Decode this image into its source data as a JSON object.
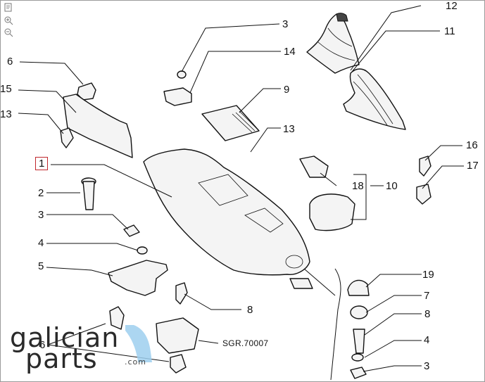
{
  "toolbar": {
    "tools": [
      {
        "name": "page-icon"
      },
      {
        "name": "zoom-in-icon"
      },
      {
        "name": "zoom-out-icon"
      }
    ]
  },
  "callouts": {
    "c12": "12",
    "c3_top": "3",
    "c11": "11",
    "c6_top": "6",
    "c14": "14",
    "c15": "15",
    "c9": "9",
    "c13_left": "13",
    "c13_mid": "13",
    "c16": "16",
    "c1": "1",
    "c17": "17",
    "c2": "2",
    "c18": "18",
    "c10": "10",
    "c3_left": "3",
    "c4_left": "4",
    "c5": "5",
    "c19": "19",
    "c7": "7",
    "c8_mid": "8",
    "c8_right": "8",
    "c6_bottom": "6",
    "c4_right": "4",
    "c3_right": "3",
    "sgr": "SGR.70007"
  },
  "watermark": {
    "line1": "galician",
    "line2": "parts",
    "line3": ".com",
    "accent_color": "#9ecfee"
  },
  "colors": {
    "selection_border": "#c0272d",
    "line": "#111111"
  }
}
